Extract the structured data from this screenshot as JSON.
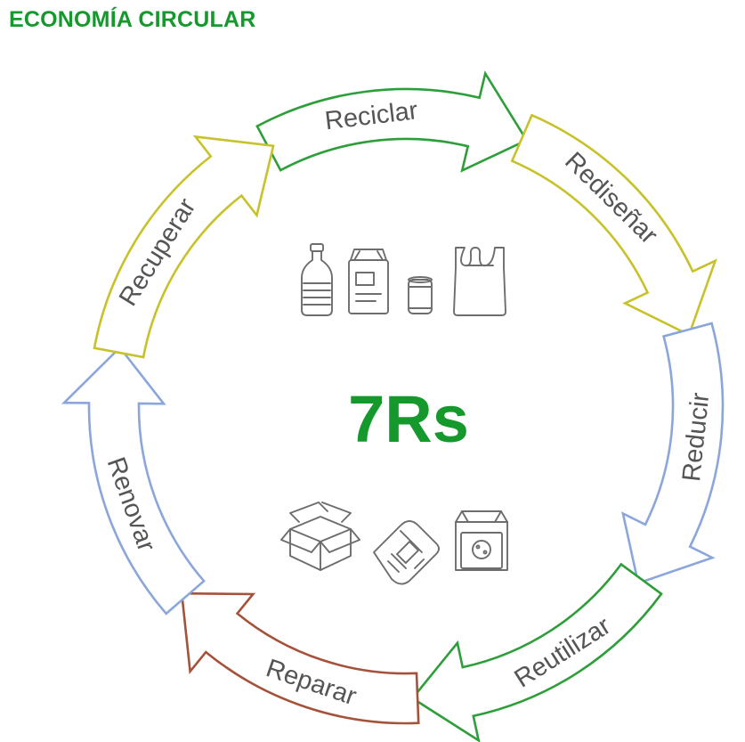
{
  "header": {
    "title": "ECONOMÍA CIRCULAR"
  },
  "center": {
    "title": "7Rs"
  },
  "cycle": [
    {
      "label": "Reciclar",
      "color": "#2e9e3a"
    },
    {
      "label": "Rediseñar",
      "color": "#c8c22a"
    },
    {
      "label": "Reducir",
      "color": "#8aa6db"
    },
    {
      "label": "Reutilizar",
      "color": "#2e9e3a"
    },
    {
      "label": "Reparar",
      "color": "#a5523a"
    },
    {
      "label": "Renovar",
      "color": "#8aa6db"
    },
    {
      "label": "Recuperar",
      "color": "#c8c22a"
    }
  ],
  "colors": {
    "brand_green": "#15992c",
    "icon_stroke": "#6d6d6d"
  },
  "icons": {
    "top_row": [
      "water-bottle-icon",
      "milk-carton-icon",
      "can-icon",
      "plastic-bag-icon"
    ],
    "bottom_row": [
      "cardboard-box-icon",
      "newspaper-icon",
      "food-bag-icon"
    ]
  }
}
